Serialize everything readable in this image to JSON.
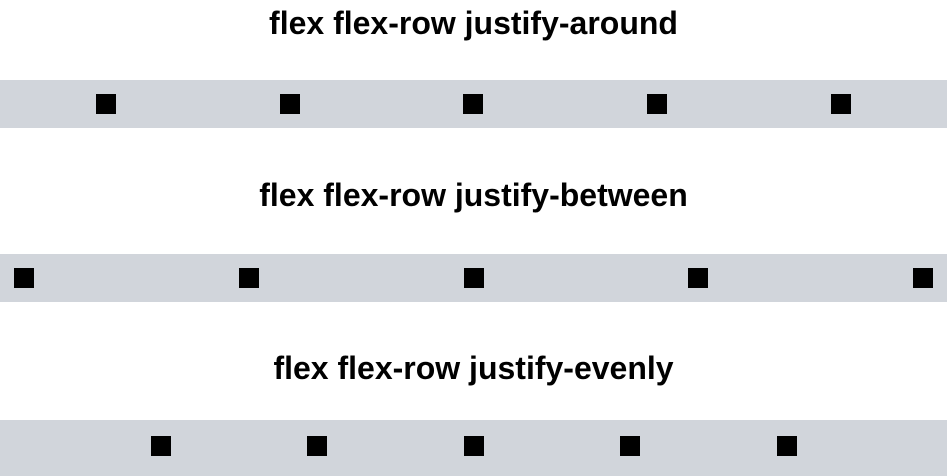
{
  "page": {
    "background_color": "#ffffff",
    "bar_background_color": "#d1d5db",
    "square_color": "#000000",
    "squares_per_bar": 5
  },
  "sections": [
    {
      "title": "flex flex-row justify-around",
      "justify_content": "space-around"
    },
    {
      "title": "flex flex-row justify-between",
      "justify_content": "space-between"
    },
    {
      "title": "flex flex-row justify-evenly",
      "justify_content": "space-evenly"
    }
  ]
}
